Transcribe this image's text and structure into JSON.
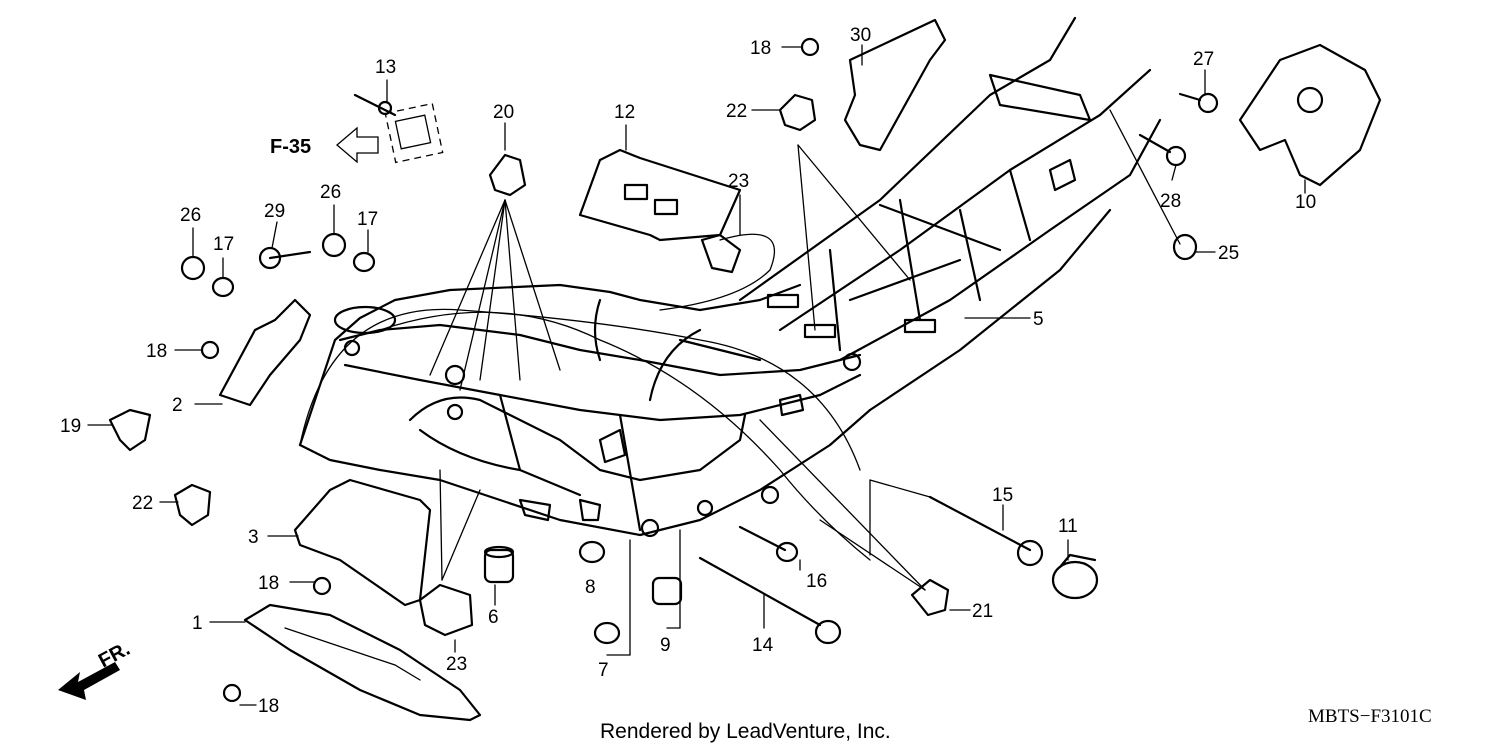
{
  "callouts": {
    "n1": "1",
    "n2": "2",
    "n3": "3",
    "n5": "5",
    "n6": "6",
    "n7": "7",
    "n8": "8",
    "n9": "9",
    "n10": "10",
    "n11": "11",
    "n12": "12",
    "n13": "13",
    "n14": "14",
    "n15": "15",
    "n16": "16",
    "n17": "17",
    "n18": "18",
    "n19": "19",
    "n20": "20",
    "n21": "21",
    "n22": "22",
    "n23": "23",
    "n25": "25",
    "n26": "26",
    "n27": "27",
    "n28": "28",
    "n29": "29",
    "n30": "30"
  },
  "reference": "F-35",
  "direction": "FR.",
  "footer": "Rendered by LeadVenture, Inc.",
  "diagram_code": "MBTS−F3101C"
}
